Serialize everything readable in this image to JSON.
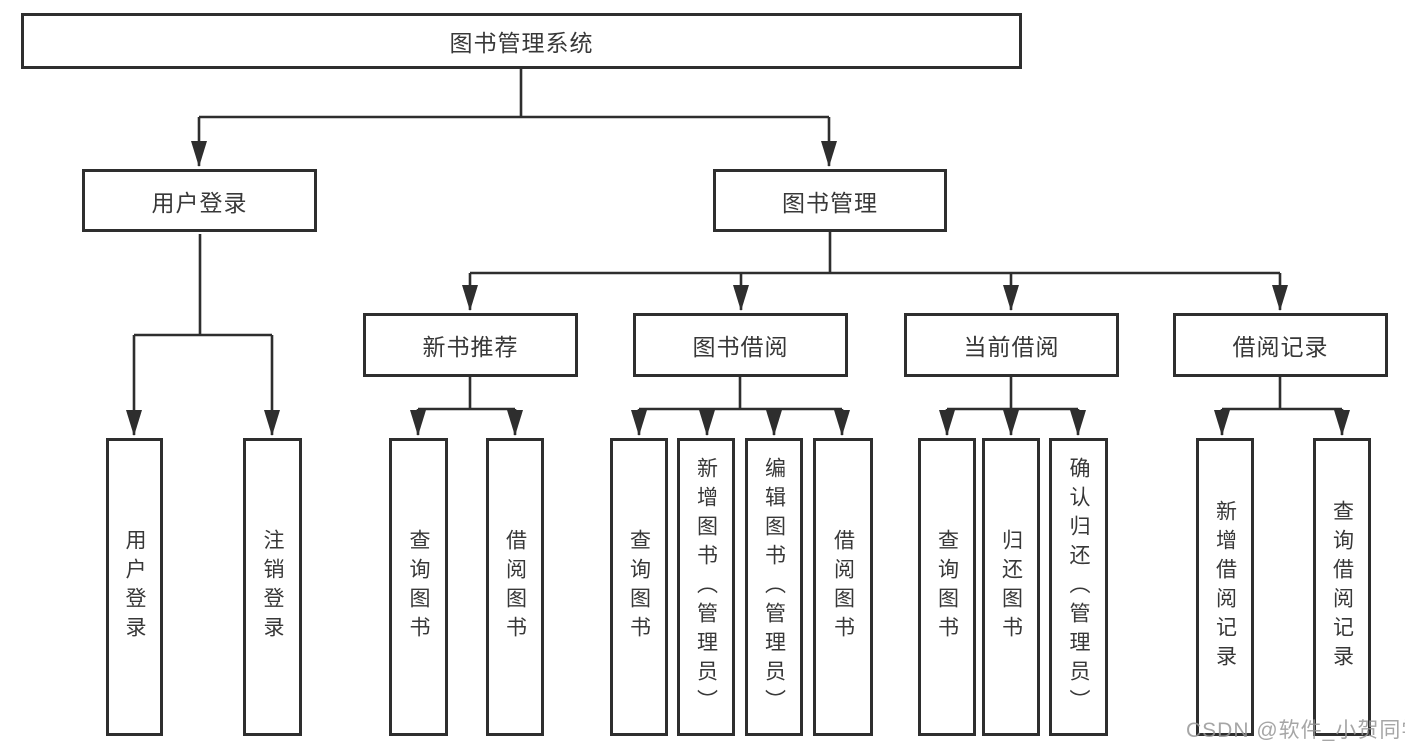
{
  "diagram": {
    "root": {
      "label": "图书管理系统",
      "children": [
        {
          "label": "用户登录",
          "children": [
            {
              "label": "用户登录"
            },
            {
              "label": "注销登录"
            }
          ]
        },
        {
          "label": "图书管理",
          "children": [
            {
              "label": "新书推荐",
              "children": [
                {
                  "label": "查询图书"
                },
                {
                  "label": "借阅图书"
                }
              ]
            },
            {
              "label": "图书借阅",
              "children": [
                {
                  "label": "查询图书"
                },
                {
                  "label": "新增图书（管理员）"
                },
                {
                  "label": "编辑图书（管理员）"
                },
                {
                  "label": "借阅图书"
                }
              ]
            },
            {
              "label": "当前借阅",
              "children": [
                {
                  "label": "查询图书"
                },
                {
                  "label": "归还图书"
                },
                {
                  "label": "确认归还（管理员）"
                }
              ]
            },
            {
              "label": "借阅记录",
              "children": [
                {
                  "label": "新增借阅记录"
                },
                {
                  "label": "查询借阅记录"
                }
              ]
            }
          ]
        }
      ]
    },
    "watermark": "CSDN @软件_小贺同学",
    "line_color": "#2e2e2e"
  }
}
